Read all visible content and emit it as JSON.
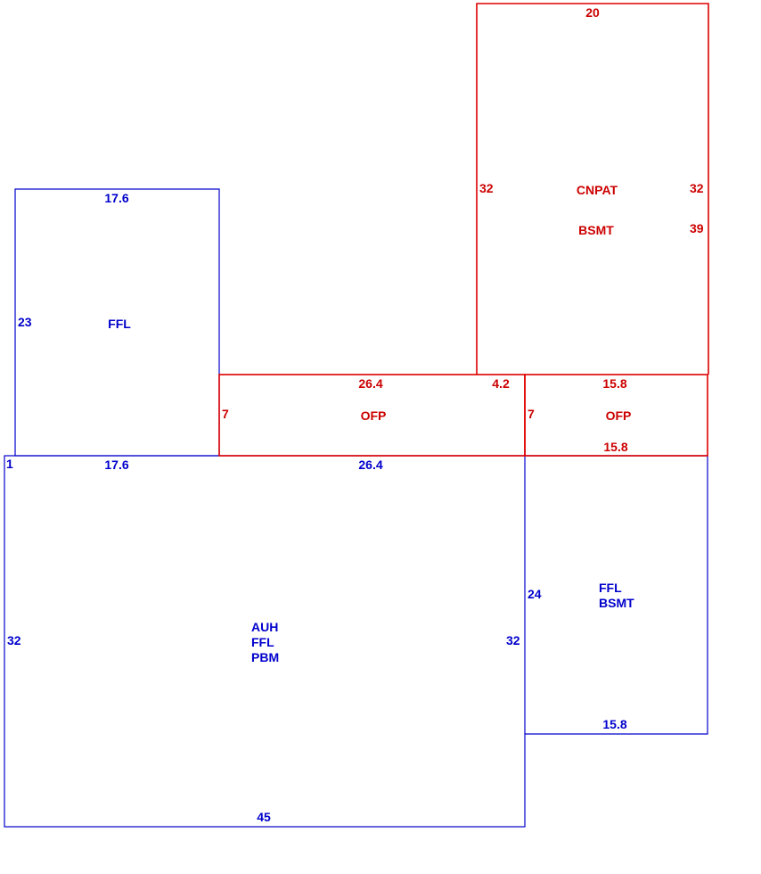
{
  "colors": {
    "living_area": "#0000cc",
    "exterior_area": "#dd0000"
  },
  "areas": {
    "ffl_upper": {
      "names": [
        "FFL"
      ],
      "dims": {
        "top": "17.6",
        "left": "23",
        "bottom": "17.6"
      }
    },
    "main": {
      "names": [
        "AUH",
        "FFL",
        "PBM"
      ],
      "dims": {
        "corner": "1",
        "top_right": "26.4",
        "left": "32",
        "right": "32",
        "bottom": "45"
      }
    },
    "ofp_left": {
      "names": [
        "OFP"
      ],
      "dims": {
        "top": "26.4",
        "top_right": "4.2",
        "left": "7"
      }
    },
    "ofp_right": {
      "names": [
        "OFP"
      ],
      "dims": {
        "top": "15.8",
        "left": "7",
        "bottom": "15.8"
      }
    },
    "cnpat": {
      "names": [
        "CNPAT",
        "BSMT"
      ],
      "dims": {
        "top": "20",
        "left": "32",
        "right_upper": "32",
        "right_lower": "39"
      }
    },
    "ffl_right": {
      "names": [
        "FFL",
        "BSMT"
      ],
      "dims": {
        "left": "24",
        "bottom": "15.8"
      }
    }
  }
}
